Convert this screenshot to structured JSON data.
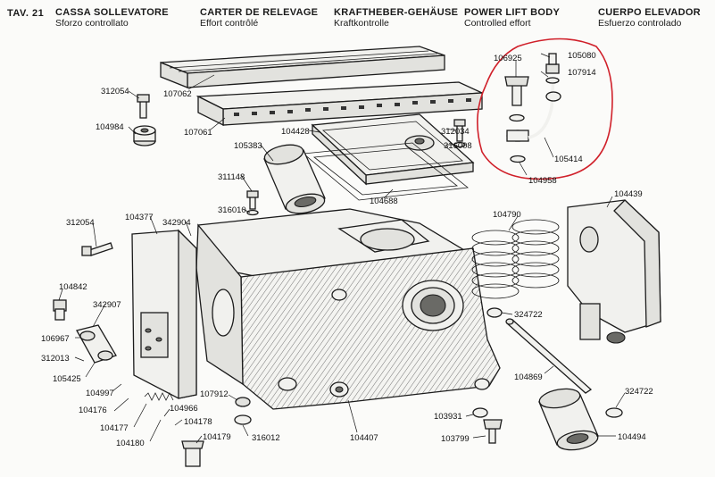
{
  "header": {
    "tav": "TAV.  21",
    "columns": [
      {
        "line1": "CASSA SOLLEVATORE",
        "line2": "Sforzo controllato"
      },
      {
        "line1": "CARTER DE RELEVAGE",
        "line2": "Effort contrôlé"
      },
      {
        "line1": "KRAFTHEBER-GEHÄUSE",
        "line2": "Kraftkontrolle"
      },
      {
        "line1": "POWER LIFT BODY",
        "line2": "Controlled effort"
      },
      {
        "line1": "CUERPO ELEVADOR",
        "line2": "Esfuerzo controlado"
      }
    ]
  },
  "parts": {
    "p107062": "107062",
    "p312054a": "312054",
    "p104984": "104984",
    "p107061": "107061",
    "p104428": "104428",
    "p105383": "105383",
    "p311148": "311148",
    "p316010": "316010",
    "p104688": "104688",
    "p312034": "312034",
    "p316008": "316008",
    "p106925": "106925",
    "p105080": "105080",
    "p107914": "107914",
    "p105414": "105414",
    "p104958": "104958",
    "p312054b": "312054",
    "p104377": "104377",
    "p342904": "342904",
    "p104790": "104790",
    "p104439": "104439",
    "p104842": "104842",
    "p342907": "342907",
    "p106967": "106967",
    "p312013": "312013",
    "p105425": "105425",
    "p104997": "104997",
    "p104176": "104176",
    "p104177": "104177",
    "p104180": "104180",
    "p104966": "104966",
    "p104178": "104178",
    "p104179": "104179",
    "p107912": "107912",
    "p316012": "316012",
    "p104407": "104407",
    "p324722a": "324722",
    "p104869": "104869",
    "p324722b": "324722",
    "p103931": "103931",
    "p103799": "103799",
    "p104494": "104494"
  },
  "highlight_color": "#d0202a"
}
